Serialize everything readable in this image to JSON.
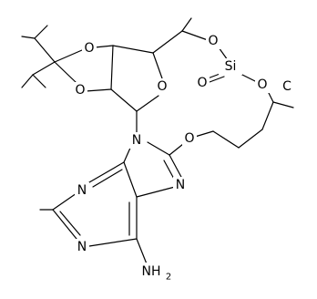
{
  "structure": {
    "bg_color": "#ffffff",
    "line_color": "#000000",
    "atoms": [
      {
        "id": "O-dioxolane-top",
        "label": "O"
      },
      {
        "id": "O-dioxolane-bottom",
        "label": "O"
      },
      {
        "id": "O-furanose",
        "label": "O"
      },
      {
        "id": "O-ester-5",
        "label": "O"
      },
      {
        "id": "Si",
        "label": "Si"
      },
      {
        "id": "O-si-right",
        "label": "O"
      },
      {
        "id": "O-si-double",
        "label": "O"
      },
      {
        "id": "N9",
        "label": "N"
      },
      {
        "id": "O-ether",
        "label": "O"
      },
      {
        "id": "N7",
        "label": "N"
      },
      {
        "id": "N3",
        "label": "N"
      },
      {
        "id": "N1",
        "label": "N"
      },
      {
        "id": "NH2",
        "label": "NH"
      },
      {
        "id": "NH2-sub",
        "label": "2"
      },
      {
        "id": "C-si-right",
        "label": "C"
      }
    ]
  }
}
